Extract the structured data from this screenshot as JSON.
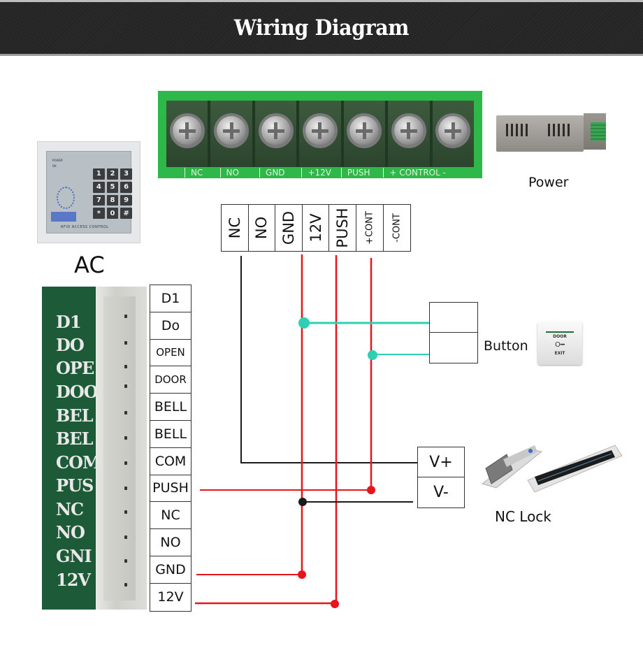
{
  "header": {
    "title": "Wiring Diagram"
  },
  "power_terminal_block": {
    "silkscreen_labels": [
      "NC",
      "NO",
      "GND",
      "+12V",
      "PUSH",
      "+ CONTROL -"
    ],
    "screw_count": 7
  },
  "power_supply": {
    "label": "Power",
    "icon": "power-supply-icon"
  },
  "terminal_header": {
    "cells": [
      "NC",
      "NO",
      "GND",
      "12V",
      "PUSH",
      "+CONT",
      "-CONT"
    ]
  },
  "access_control": {
    "label": "AC",
    "keypad_keys": [
      "1",
      "2",
      "3",
      "4",
      "5",
      "6",
      "7",
      "8",
      "9",
      "*",
      "0",
      "#"
    ],
    "brand_text": "RFID ACCESS CONTROL",
    "led_labels": [
      "POWER",
      "OK"
    ]
  },
  "controller_pcb": {
    "silkscreen_labels": [
      "D1",
      "DO",
      "OPE",
      "DOO",
      "BEL",
      "BEL",
      "COM",
      "PUS",
      "NC",
      "NO",
      "GNI",
      "12V"
    ]
  },
  "controller_pins": {
    "cells": [
      "D1",
      "Do",
      "OPEN",
      "DOOR",
      "BELL",
      "BELL",
      "COM",
      "PUSH",
      "NC",
      "NO",
      "GND",
      "12V"
    ]
  },
  "exit_button": {
    "label": "Button",
    "device_top_text": "DOOR",
    "device_bottom_text": "EXIT",
    "device_key_glyph": "O━"
  },
  "lock": {
    "label": "NC Lock",
    "terminals": [
      "V+",
      "V-"
    ]
  },
  "wire_colors": {
    "power": "#e8141c",
    "signal": "#1a1a1a",
    "button": "#2ecfb2"
  }
}
